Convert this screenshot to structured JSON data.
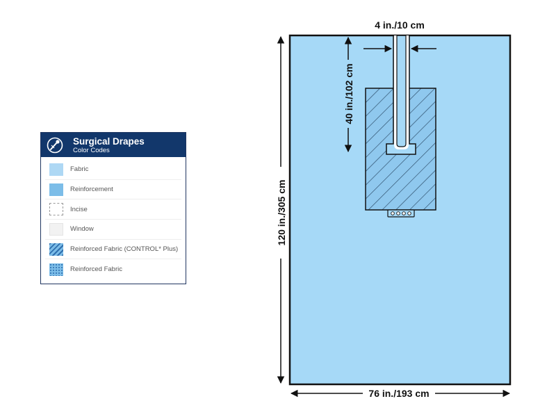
{
  "legend": {
    "title": "Surgical Drapes",
    "subtitle": "Color Codes",
    "items": [
      {
        "label": "Fabric",
        "color": "#aed8f4",
        "pattern": "solid"
      },
      {
        "label": "Reinforcement",
        "color": "#7cbde8",
        "pattern": "solid"
      },
      {
        "label": "Incise",
        "color": "#ffffff",
        "pattern": "dashed-outline"
      },
      {
        "label": "Window",
        "color": "#f2f2f2",
        "pattern": "solid"
      },
      {
        "label": "Reinforced Fabric (CONTROL* Plus)",
        "color": "#6fa8da",
        "pattern": "diagonal-stripes"
      },
      {
        "label": "Reinforced Fabric",
        "color": "#7cbde8",
        "pattern": "dots"
      }
    ]
  },
  "diagram": {
    "drape_color": "#a6d9f7",
    "reinforcement_color": "#8fc8ee",
    "outline_color": "#111111",
    "dimensions": {
      "slit_width": "4 in./10 cm",
      "slit_length": "40 in./102 cm",
      "length": "120 in./305 cm",
      "width": "76 in./193 cm"
    }
  }
}
